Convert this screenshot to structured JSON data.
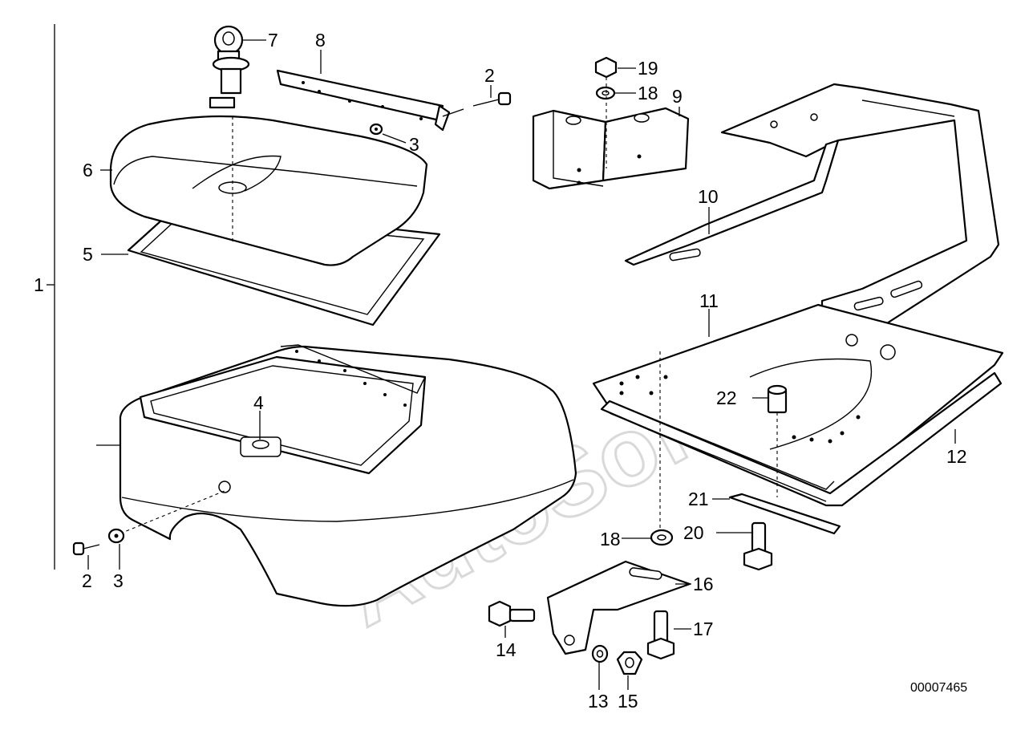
{
  "diagram": {
    "reference_number": "00007465",
    "watermark": "AutoSoft",
    "callouts": [
      {
        "id": "1",
        "text": "1"
      },
      {
        "id": "2a",
        "text": "2"
      },
      {
        "id": "3a",
        "text": "3"
      },
      {
        "id": "2b",
        "text": "2"
      },
      {
        "id": "3b",
        "text": "3"
      },
      {
        "id": "4",
        "text": "4"
      },
      {
        "id": "5",
        "text": "5"
      },
      {
        "id": "6",
        "text": "6"
      },
      {
        "id": "7",
        "text": "7"
      },
      {
        "id": "8",
        "text": "8"
      },
      {
        "id": "9",
        "text": "9"
      },
      {
        "id": "10",
        "text": "10"
      },
      {
        "id": "11",
        "text": "11"
      },
      {
        "id": "12",
        "text": "12"
      },
      {
        "id": "13",
        "text": "13"
      },
      {
        "id": "14",
        "text": "14"
      },
      {
        "id": "15",
        "text": "15"
      },
      {
        "id": "16",
        "text": "16"
      },
      {
        "id": "17",
        "text": "17"
      },
      {
        "id": "18a",
        "text": "18"
      },
      {
        "id": "18b",
        "text": "18"
      },
      {
        "id": "19",
        "text": "19"
      },
      {
        "id": "20",
        "text": "20"
      },
      {
        "id": "21",
        "text": "21"
      },
      {
        "id": "22",
        "text": "22"
      }
    ]
  }
}
